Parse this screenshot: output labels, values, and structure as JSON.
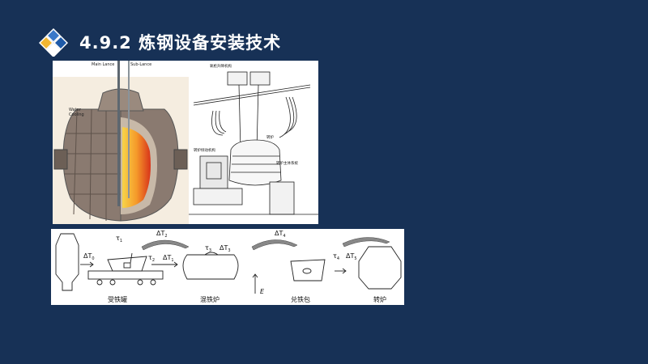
{
  "header": {
    "title": "4.9.2  炼钢设备安装技术"
  },
  "colors": {
    "background": "#173156",
    "logo_top": "#3a78c9",
    "logo_left": "#f2b632",
    "logo_right": "#1e5aa8",
    "logo_bottom": "#ffffff"
  },
  "converter_figure": {
    "main_lance": "Main Lance",
    "sub_lance": "Sub-Lance",
    "water_cooling": "Water\nCooling"
  },
  "mechanism_figure": {
    "label_top": "氧枪升降机构",
    "label_left": "转炉倾动机构",
    "label_right": "转炉",
    "label_bottom": "转炉主体系统"
  },
  "flow_figure": {
    "labels": {
      "tau1": "τ",
      "tau1_sub": "1",
      "dT2": "ΔT",
      "dT2_sub": "2",
      "dT0": "ΔT",
      "dT0_sub": "0",
      "tau2": "τ",
      "tau2_sub": "2",
      "dT1": "ΔT",
      "dT1_sub": "1",
      "tau3": "τ",
      "tau3_sub": "3",
      "dT3": "ΔT",
      "dT3_sub": "3",
      "dT4": "ΔT",
      "dT4_sub": "4",
      "tau4": "τ",
      "tau4_sub": "4",
      "dT5": "ΔT",
      "dT5_sub": "5",
      "E": "E"
    },
    "captions": [
      "受铁罐",
      "混铁炉",
      "兑铁包",
      "转炉"
    ]
  }
}
